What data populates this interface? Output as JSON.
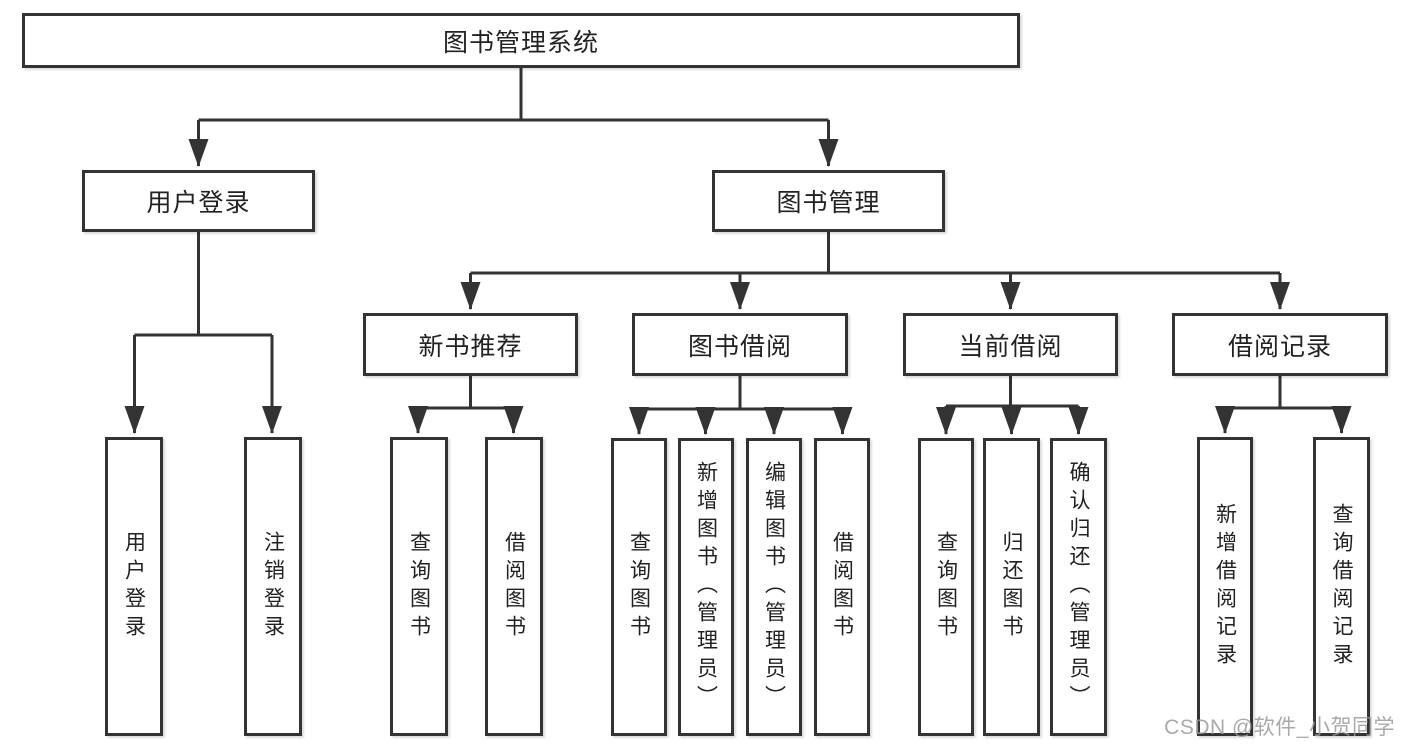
{
  "tree": {
    "root": {
      "label": "图书管理系统"
    },
    "branches": [
      {
        "label": "用户登录",
        "leaves": [
          {
            "label": "用户登录"
          },
          {
            "label": "注销登录"
          }
        ]
      },
      {
        "label": "图书管理",
        "sections": [
          {
            "label": "新书推荐",
            "leaves": [
              {
                "label": "查询图书"
              },
              {
                "label": "借阅图书"
              }
            ]
          },
          {
            "label": "图书借阅",
            "leaves": [
              {
                "label": "查询图书"
              },
              {
                "label": "新增图书（管理员）"
              },
              {
                "label": "编辑图书（管理员）"
              },
              {
                "label": "借阅图书"
              }
            ]
          },
          {
            "label": "当前借阅",
            "leaves": [
              {
                "label": "查询图书"
              },
              {
                "label": "归还图书"
              },
              {
                "label": "确认归还（管理员）"
              }
            ]
          },
          {
            "label": "借阅记录",
            "leaves": [
              {
                "label": "新增借阅记录"
              },
              {
                "label": "查询借阅记录"
              }
            ]
          }
        ]
      }
    ]
  },
  "watermark": {
    "text": "CSDN @软件_小贺同学"
  },
  "colors": {
    "line": "#333333",
    "box_fill": "#ffffff",
    "text": "#222222",
    "watermark": "#9b9b9b",
    "background": "#ffffff"
  }
}
